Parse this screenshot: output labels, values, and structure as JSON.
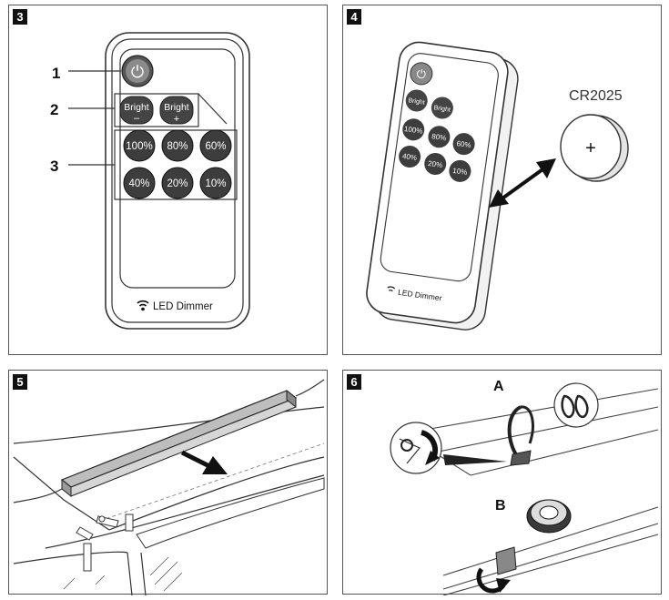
{
  "panels": [
    {
      "number": "3"
    },
    {
      "number": "4"
    },
    {
      "number": "5"
    },
    {
      "number": "6"
    }
  ],
  "remote": {
    "power_symbol": "⏻",
    "bright_minus": {
      "label": "Bright",
      "sign": "–"
    },
    "bright_plus": {
      "label": "Bright",
      "sign": "+"
    },
    "levels": [
      "100%",
      "80%",
      "60%",
      "40%",
      "20%",
      "10%"
    ],
    "brand_label": "LED Dimmer"
  },
  "callouts": [
    "1",
    "2",
    "3"
  ],
  "battery": {
    "model": "CR2025",
    "symbol": "+"
  },
  "step6": {
    "label_a": "A",
    "label_b": "B"
  },
  "colors": {
    "button": "#3d3d3d",
    "button_text": "#ffffff",
    "outline": "#2a2a2a",
    "strip": "#bdbdbd"
  }
}
